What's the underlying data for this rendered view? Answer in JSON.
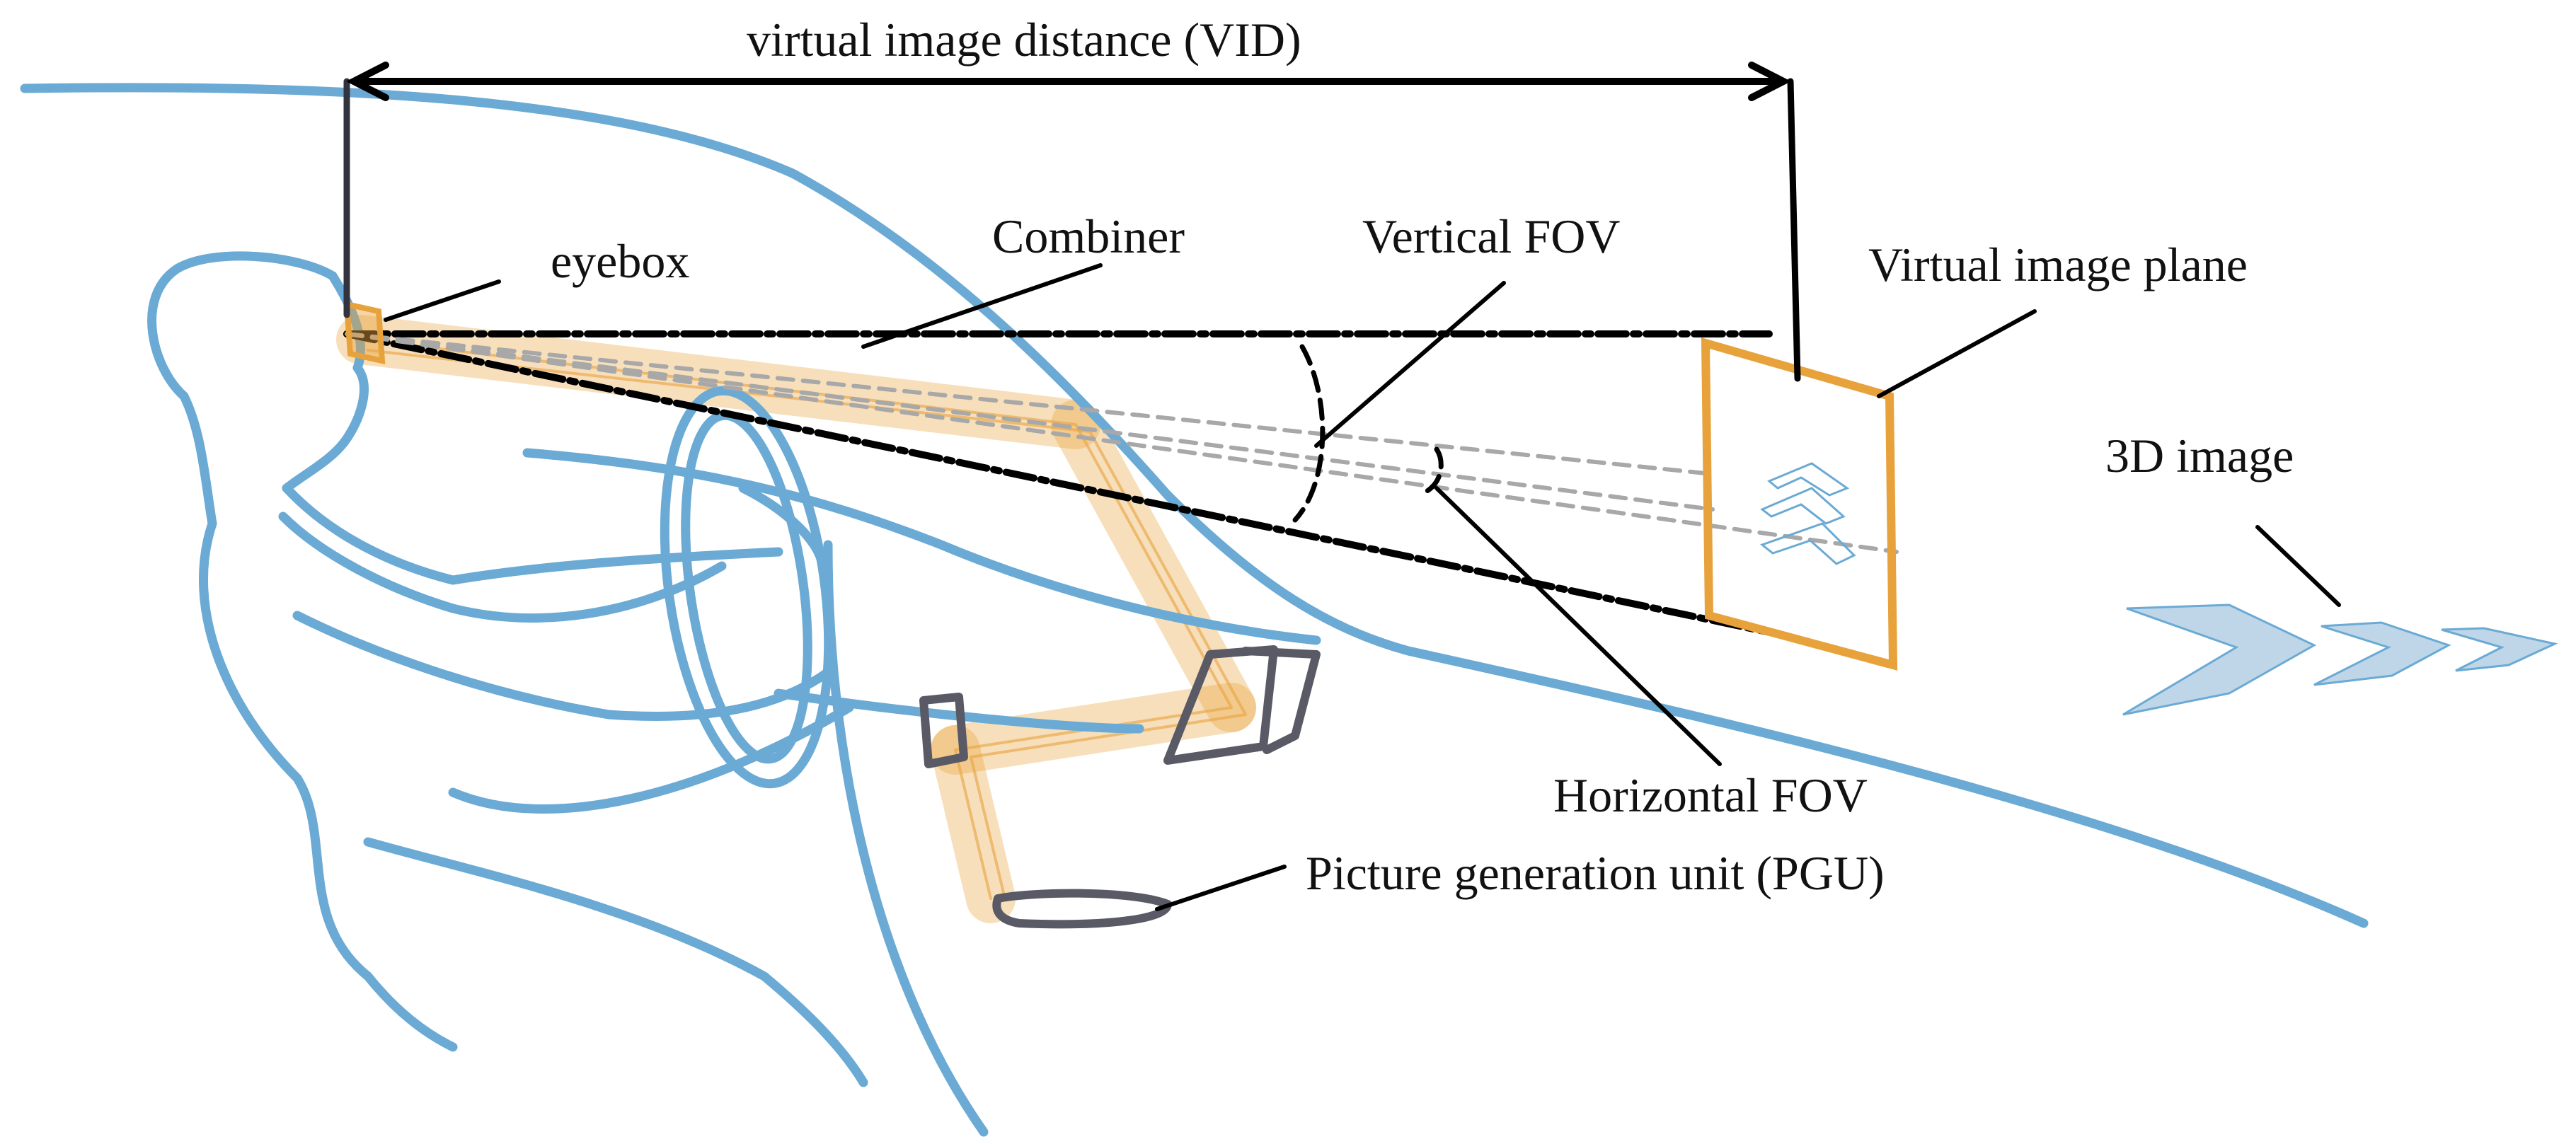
{
  "labels": {
    "vid": "virtual image distance (VID)",
    "eyebox": "eyebox",
    "combiner": "Combiner",
    "vertical_fov": "Vertical FOV",
    "virtual_image_plane": "Virtual image plane",
    "image_3d": "3D image",
    "horizontal_fov": "Horizontal FOV",
    "pgu": "Picture generation unit (PGU)"
  },
  "colors": {
    "outline": "#6aaad4",
    "beam": "#e8a23c",
    "device": "#5a5a66",
    "dimension": "#000000",
    "ray_dashed": "#a8a8a8",
    "image_fill": "#9cc0dc"
  }
}
